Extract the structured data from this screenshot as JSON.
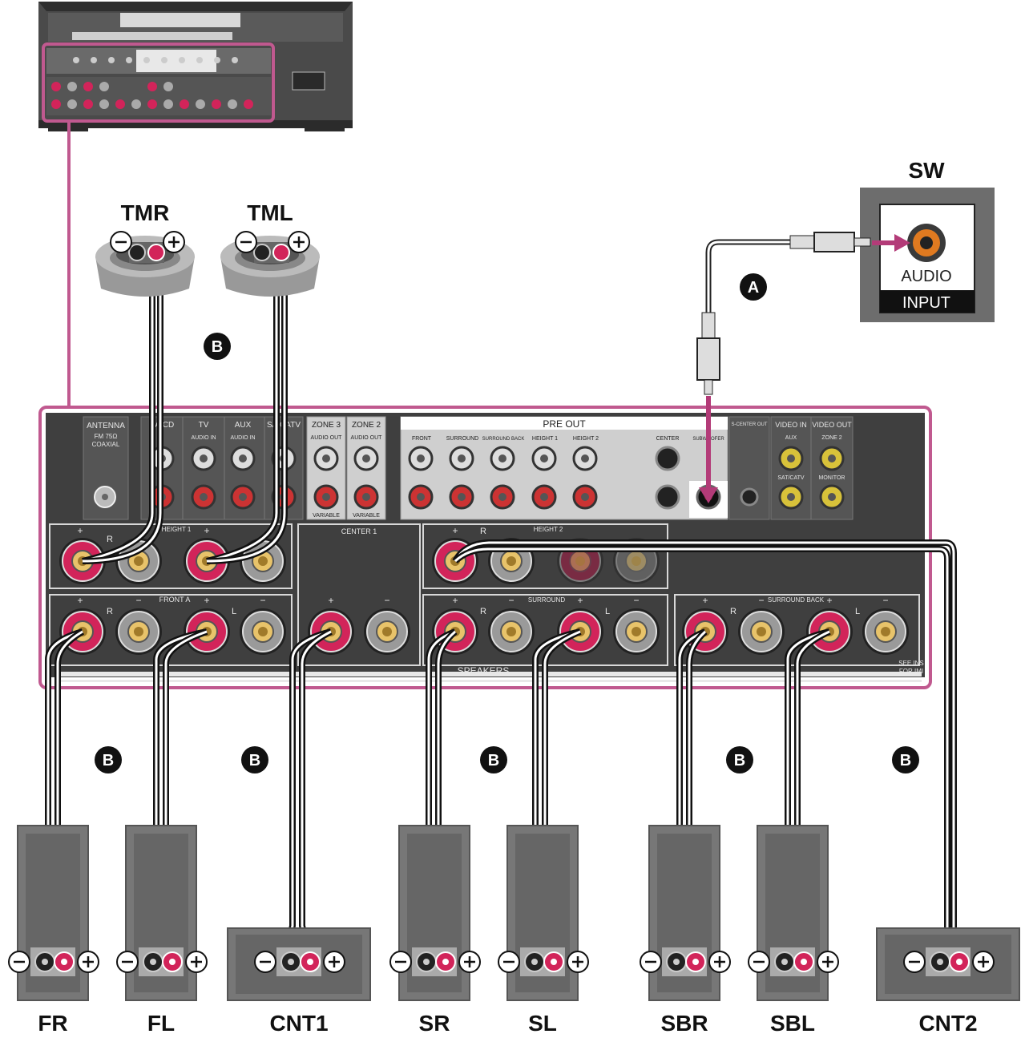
{
  "labels": {
    "sw": "SW",
    "tmr": "TMR",
    "tml": "TML",
    "fr": "FR",
    "fl": "FL",
    "cnt1": "CNT1",
    "sr": "SR",
    "sl": "SL",
    "sbr": "SBR",
    "sbl": "SBL",
    "cnt2": "CNT2"
  },
  "callouts": {
    "a": "A",
    "b": "B"
  },
  "subwoofer": {
    "jack_label": "AUDIO",
    "band_label": "INPUT"
  },
  "polarity": {
    "minus": "−",
    "plus": "+"
  },
  "panel": {
    "antenna": "ANTENNA",
    "antenna_sub": "FM 75Ω",
    "antenna_sub2": "COAXIAL",
    "sat_cd": "SA/CD",
    "tv": "TV",
    "aux": "AUX",
    "sat_catv": "SA/CATV",
    "audio_in": "AUDIO IN",
    "zone3": "ZONE 3",
    "zone2": "ZONE 2",
    "audio_out": "AUDIO OUT",
    "variable": "VARIABLE",
    "pre_out": "PRE OUT",
    "front": "FRONT",
    "surround": "SURROUND",
    "surround_back": "SURROUND BACK",
    "height1": "HEIGHT 1",
    "height2": "HEIGHT 2",
    "center": "CENTER",
    "subwoofer": "SUBWOOFER",
    "s_center_out": "S-CENTER OUT",
    "video_in": "VIDEO IN",
    "video_out": "VIDEO OUT",
    "aux_small": "AUX",
    "sat_catv_small": "SAT/CATV",
    "zone2_small": "ZONE 2",
    "monitor": "MONITOR",
    "center1": "CENTER 1",
    "front_a": "FRONT A",
    "speakers": "SPEAKERS",
    "see_ins": "SEE INS",
    "for_imp": "FOR IMI",
    "r": "R",
    "l": "L"
  },
  "colors": {
    "accent_frame": "#c0598f",
    "panel": "#3d3d3d",
    "red_terminal": "#d2245a",
    "cable_black": "#111111",
    "speaker_body": "#777777"
  }
}
